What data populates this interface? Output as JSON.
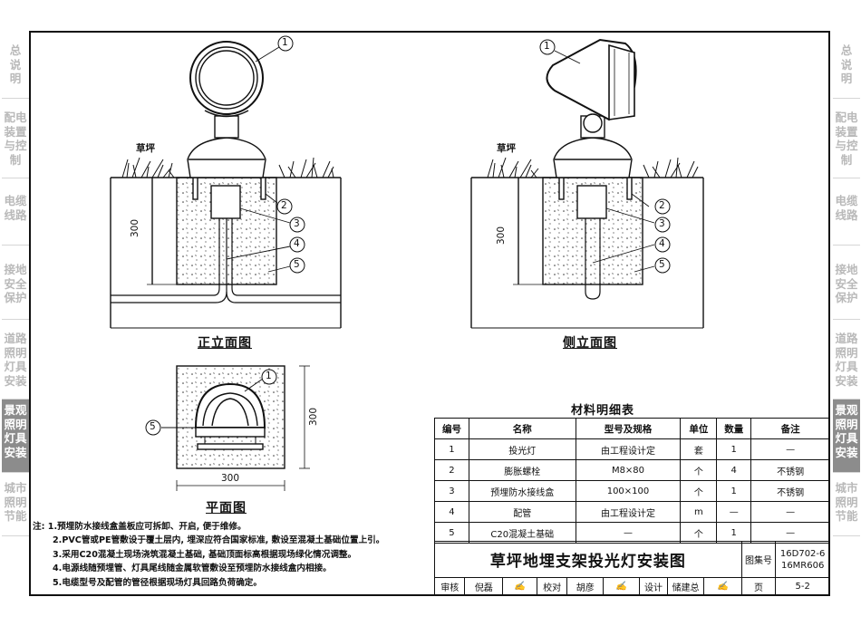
{
  "side_tabs": [
    {
      "lines": [
        "总",
        "说",
        "明"
      ],
      "active": false
    },
    {
      "lines": [
        "配电",
        "装置",
        "与控",
        "制"
      ],
      "active": false
    },
    {
      "lines": [
        "电缆",
        "线路"
      ],
      "active": false
    },
    {
      "lines": [
        "接地",
        "安全",
        "保护"
      ],
      "active": false
    },
    {
      "lines": [
        "道路",
        "照明",
        "灯具",
        "安装"
      ],
      "active": false
    },
    {
      "lines": [
        "景观",
        "照明",
        "灯具",
        "安装"
      ],
      "active": true
    },
    {
      "lines": [
        "城市",
        "照明",
        "节能"
      ],
      "active": false
    }
  ],
  "drawing": {
    "front_title": "正立面图",
    "side_title": "侧立面图",
    "plan_title": "平面图",
    "grass_label": "草坪",
    "dim_300": "300",
    "callouts": [
      "1",
      "2",
      "3",
      "4",
      "5"
    ]
  },
  "material_table": {
    "title": "材料明细表",
    "headers": [
      "编号",
      "名称",
      "型号及规格",
      "单位",
      "数量",
      "备注"
    ],
    "rows": [
      [
        "1",
        "投光灯",
        "由工程设计定",
        "套",
        "1",
        "—"
      ],
      [
        "2",
        "膨胀螺栓",
        "M8×80",
        "个",
        "4",
        "不锈钢"
      ],
      [
        "3",
        "预埋防水接线盒",
        "100×100",
        "个",
        "1",
        "不锈钢"
      ],
      [
        "4",
        "配管",
        "由工程设计定",
        "m",
        "—",
        "—"
      ],
      [
        "5",
        "C20混凝土基础",
        "—",
        "个",
        "1",
        "—"
      ]
    ]
  },
  "notes": [
    "注: 1.预埋防水接线盒盖板应可拆卸、开启, 便于维修。",
    "2.PVC管或PE管敷设于覆土层内, 埋深应符合国家标准, 敷设至混凝土基础位置上引。",
    "3.采用C20混凝土现场浇筑混凝土基础, 基础顶面标高根据现场绿化情况调整。",
    "4.电源线随预埋管、灯具尾线随金属软管敷设至预埋防水接线盒内相接。",
    "5.电缆型号及配管的管径根据现场灯具回路负荷确定。"
  ],
  "title_block": {
    "title": "草坪地埋支架投光灯安装图",
    "atlas_label": "图集号",
    "atlas_no1": "16D702-6",
    "atlas_no2": "16MR606",
    "review_label": "审核",
    "review_name": "倪磊",
    "check_label": "校对",
    "check_name": "胡彦",
    "design_label": "设计",
    "design_name": "储建总",
    "page_label": "页",
    "page_no": "5-2"
  }
}
